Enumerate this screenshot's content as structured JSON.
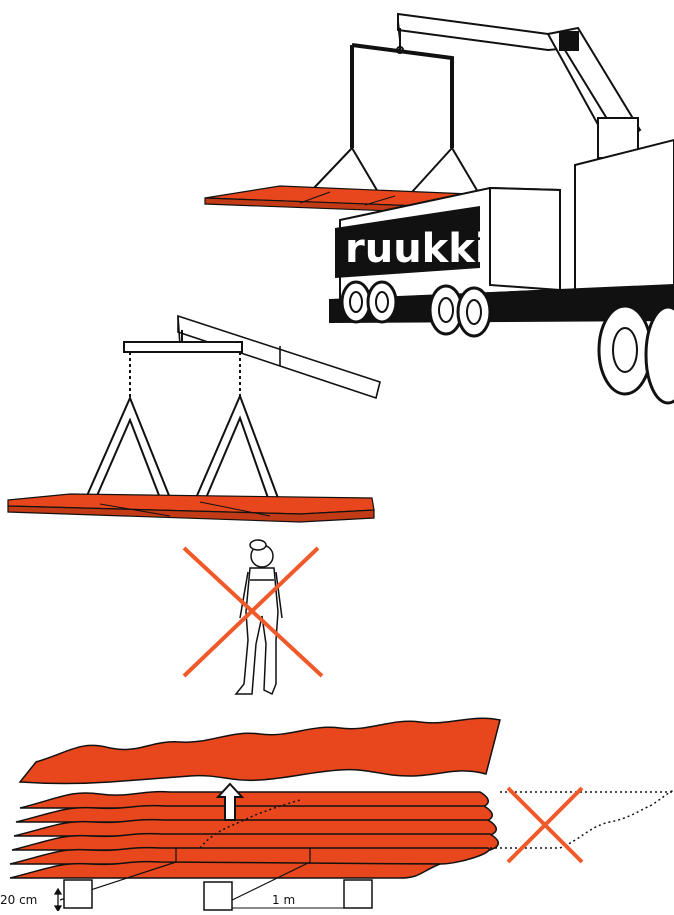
{
  "brand": {
    "logo_text": "ruukki"
  },
  "labels": {
    "height_dim": "20 cm",
    "spacing_dim": "1 m"
  },
  "colors": {
    "sheet_orange": "#E8461C",
    "cross_orange": "#F05A2A",
    "ink": "#111111",
    "background": "#FFFFFF"
  },
  "icons": {
    "crane_truck": "truck-mounted-crane",
    "spreader_beam": "lifting-spreader-beam",
    "person": "standing-worker",
    "prohibition": "cross-mark",
    "arrow": "lift-up-arrow"
  }
}
